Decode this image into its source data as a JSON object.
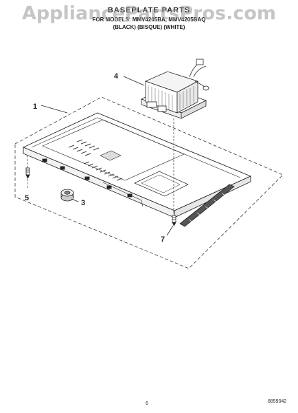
{
  "header": {
    "title": "BASEPLATE PARTS",
    "line2": "FOR MODELS: MMV4205BA, MMV4205BAQ",
    "line3": "(BLACK) (BISQUE) (WHITE)"
  },
  "watermark": "AppliancePartsPros.com",
  "callouts": [
    "1",
    "3",
    "4",
    "5",
    "7"
  ],
  "footer": {
    "page_number": "6",
    "figure_code": "8859042"
  }
}
